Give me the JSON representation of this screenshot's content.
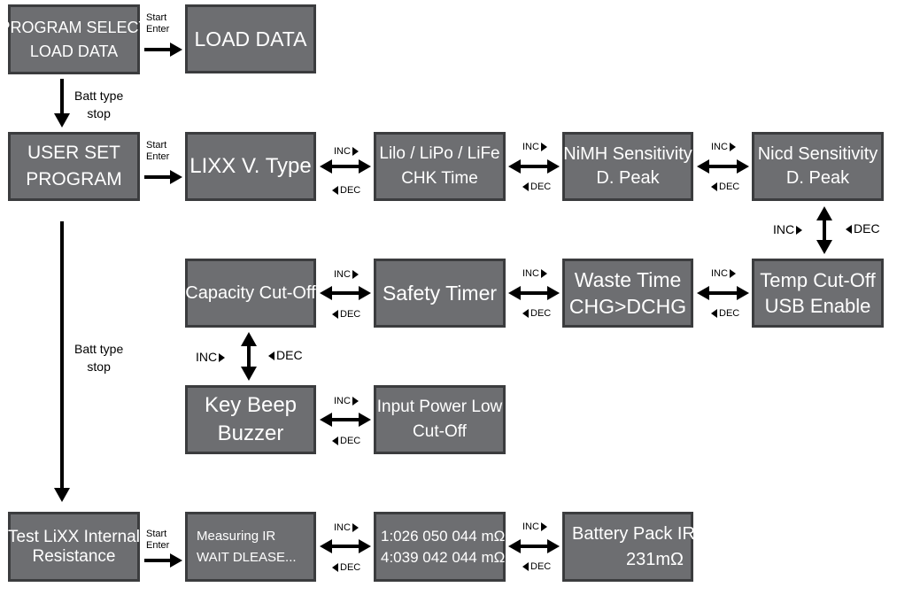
{
  "boxes": {
    "program_select": [
      "PROGRAM SELECT",
      "LOAD  DATA"
    ],
    "load_data": [
      "LOAD DATA"
    ],
    "user_set": [
      "USER SET",
      "PROGRAM"
    ],
    "lixx_type": [
      "LIXX V. Type"
    ],
    "lilo": [
      "Lilo / LiPo / LiFe",
      "CHK Time"
    ],
    "nimh": [
      "NiMH Sensitivity",
      "D. Peak"
    ],
    "nicd": [
      "Nicd Sensitivity",
      "D. Peak"
    ],
    "temp_cutoff": [
      "Temp Cut-Off",
      "USB Enable"
    ],
    "waste_time": [
      "Waste Time",
      "CHG>DCHG"
    ],
    "safety_timer": [
      "Safety Timer"
    ],
    "capacity_cutoff": [
      "Capacity Cut-Off"
    ],
    "key_beep": [
      "Key Beep",
      "Buzzer"
    ],
    "input_power": [
      "Input Power Low",
      "Cut-Off"
    ],
    "test_ir": [
      "Test LiXX Internal",
      "Resistance"
    ],
    "measuring": [
      "Measuring IR",
      "WAIT DLEASE..."
    ],
    "ir_values": [
      "1:026 050 044 mΩ",
      "4:039 042 044 mΩ"
    ],
    "battery_pack": [
      "Battery Pack IR",
      "231mΩ"
    ]
  },
  "labels": {
    "start": "Start",
    "enter": "Enter",
    "batt_type": "Batt type",
    "stop": "stop",
    "inc": "INC",
    "dec": "DEC"
  },
  "colors": {
    "box_fill": "#6d6e71",
    "box_border": "#3b3c3e",
    "text": "#ffffff",
    "arrow": "#000000"
  }
}
